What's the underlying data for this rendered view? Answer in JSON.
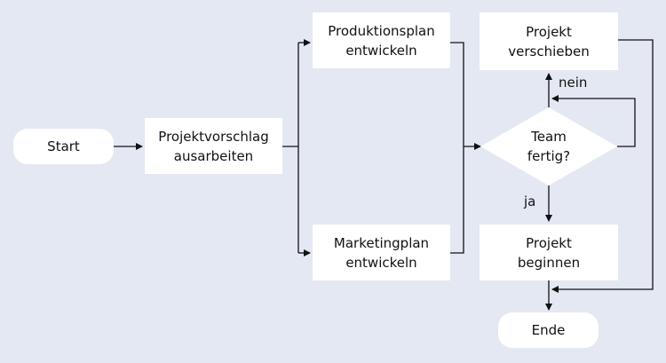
{
  "nodes": {
    "start": {
      "label": "Start"
    },
    "proposal": {
      "line1": "Projektvorschlag",
      "line2": "ausarbeiten"
    },
    "production": {
      "line1": "Produktionsplan",
      "line2": "entwickeln"
    },
    "marketing": {
      "line1": "Marketingplan",
      "line2": "entwickeln"
    },
    "decision": {
      "line1": "Team",
      "line2": "fertig?"
    },
    "postpone": {
      "line1": "Projekt",
      "line2": "verschieben"
    },
    "begin": {
      "line1": "Projekt",
      "line2": "beginnen"
    },
    "end": {
      "label": "Ende"
    }
  },
  "edges": {
    "no_label": "nein",
    "yes_label": "ja"
  },
  "colors": {
    "background": "#e3e8f3",
    "box": "#ffffff",
    "line": "#111111"
  }
}
